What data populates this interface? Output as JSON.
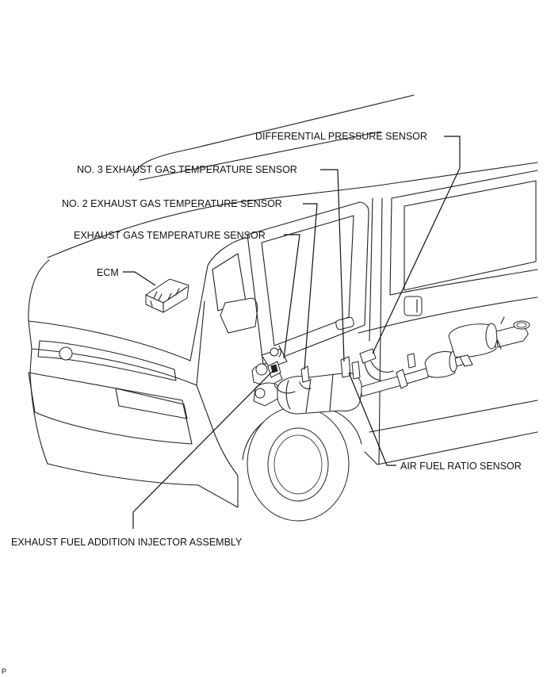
{
  "labels": {
    "differential_pressure_sensor": "DIFFERENTIAL PRESSURE SENSOR",
    "no3_exhaust_gas_temp_sensor": "NO. 3 EXHAUST GAS TEMPERATURE SENSOR",
    "no2_exhaust_gas_temp_sensor": "NO. 2 EXHAUST GAS TEMPERATURE SENSOR",
    "exhaust_gas_temp_sensor": "EXHAUST GAS TEMPERATURE SENSOR",
    "ecm": "ECM",
    "air_fuel_ratio_sensor": "AIR FUEL RATIO SENSOR",
    "exhaust_fuel_addition_injector": "EXHAUST FUEL ADDITION INJECTOR ASSEMBLY"
  },
  "corner_mark": "P"
}
